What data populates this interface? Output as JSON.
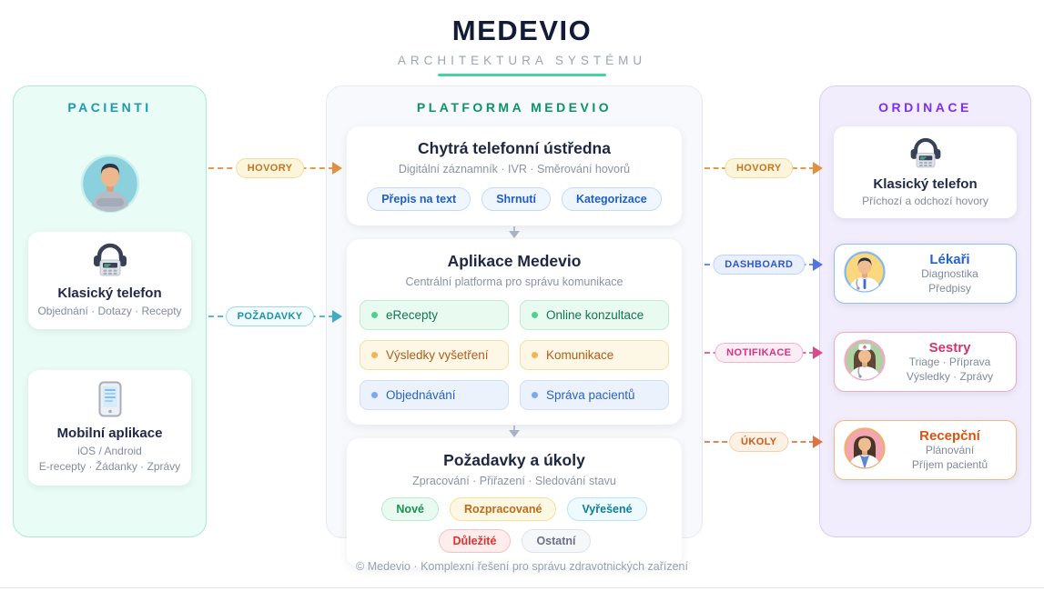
{
  "header": {
    "title": "MEDEVIO",
    "subtitle": "ARCHITEKTURA SYSTÉMU"
  },
  "pacienti": {
    "title": "PACIENTI",
    "phone_card": {
      "title": "Klasický telefon",
      "subtitle": "Objednání · Dotazy · Recepty"
    },
    "mobile_card": {
      "title": "Mobilní aplikace",
      "line1": "iOS / Android",
      "line2": "E-recepty · Žádanky · Zprávy"
    }
  },
  "platforma": {
    "title": "PLATFORMA MEDEVIO",
    "ustredna": {
      "title": "Chytrá telefonní ústředna",
      "subtitle": "Digitální záznamník · IVR · Směrování hovorů",
      "chips": [
        "Přepis na text",
        "Shrnutí",
        "Kategorizace"
      ]
    },
    "aplikace": {
      "title": "Aplikace Medevio",
      "subtitle": "Centrální platforma pro správu komunikace",
      "features": [
        {
          "label": "eRecepty",
          "color": "green"
        },
        {
          "label": "Online konzultace",
          "color": "green"
        },
        {
          "label": "Výsledky vyšetření",
          "color": "yellow"
        },
        {
          "label": "Komunikace",
          "color": "yellow"
        },
        {
          "label": "Objednávání",
          "color": "blue"
        },
        {
          "label": "Správa pacientů",
          "color": "blue"
        }
      ]
    },
    "pozadavky": {
      "title": "Požadavky a úkoly",
      "subtitle": "Zpracování · Přiřazení · Sledování stavu",
      "chips": [
        {
          "label": "Nové",
          "color": "green"
        },
        {
          "label": "Rozpracované",
          "color": "yellow"
        },
        {
          "label": "Vyřešené",
          "color": "cyan"
        },
        {
          "label": "Důležité",
          "color": "red"
        },
        {
          "label": "Ostatní",
          "color": "gray"
        }
      ]
    }
  },
  "ordinace": {
    "title": "ORDINACE",
    "phone_card": {
      "title": "Klasický telefon",
      "subtitle": "Příchozí a odchozí hovory"
    },
    "roles": [
      {
        "title": "Lékaři",
        "line1": "Diagnostika",
        "line2": "Předpisy"
      },
      {
        "title": "Sestry",
        "line1": "Triage · Příprava",
        "line2": "Výsledky · Zprávy"
      },
      {
        "title": "Recepční",
        "line1": "Plánování",
        "line2": "Příjem pacientů"
      }
    ]
  },
  "arrows": {
    "hovory_left": "HOVORY",
    "pozadavky": "POŽADAVKY",
    "hovory_right": "HOVORY",
    "dashboard": "DASHBOARD",
    "notifikace": "NOTIFIKACE",
    "ukoly": "ÚKOLY"
  },
  "footer": {
    "text": "© Medevio · Komplexní řešení pro správu zdravotnických zařízení"
  },
  "icons": {
    "headset_phone": "headset-phone-icon",
    "mobile_app": "mobile-phone-icon",
    "patient": "patient-avatar",
    "doctor": "doctor-avatar",
    "nurse": "nurse-avatar",
    "receptionist": "receptionist-avatar",
    "connector": "chevron-down-connector"
  },
  "colors": {
    "title": "#131c36",
    "accent_underline": "#41d69b",
    "pacienti_heading": "#1b9ab0",
    "pacienti_bg": "#e9fcf5",
    "platforma_heading": "#0b9465",
    "ordinace_heading": "#7b2ff2",
    "ordinace_bg": "#f1edfc",
    "hovory": "#e0913f",
    "pozadavky_arrow": "#3fadc6",
    "dashboard": "#4f74e3",
    "notifikace": "#d63384",
    "ukoly": "#dd7540",
    "lekari": "#2563c8",
    "sestry": "#d6336c",
    "recepcni": "#d9530f"
  }
}
